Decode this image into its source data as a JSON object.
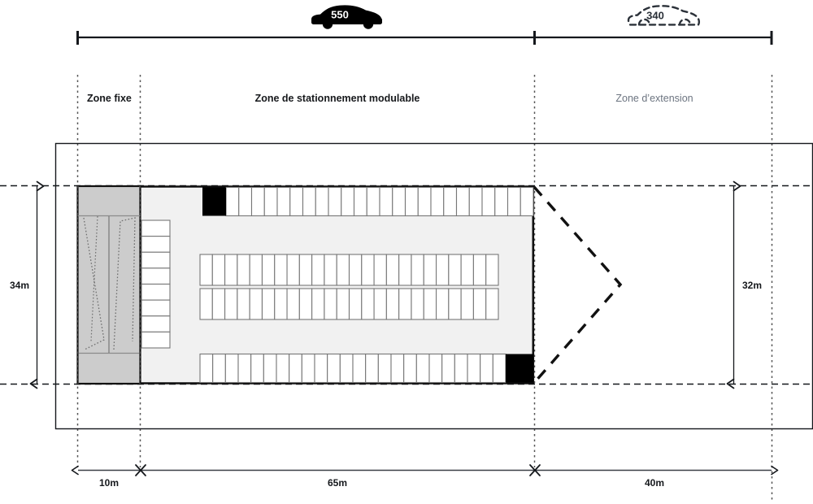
{
  "figure": {
    "type": "architectural-plan",
    "title_visible": false,
    "units": "m"
  },
  "capacity": {
    "current": {
      "value": "550",
      "icon": "car-filled-icon",
      "style": "solid"
    },
    "extension": {
      "value": "340",
      "icon": "car-outline-icon",
      "style": "dashed"
    },
    "scale_bar": {
      "segments": [
        {
          "name": "current-extent"
        },
        {
          "name": "extension-extent"
        }
      ]
    }
  },
  "zones": [
    {
      "id": "zone-fixe",
      "label": "Zone fixe",
      "emphasis": "bold",
      "color": "#17191c"
    },
    {
      "id": "zone-modulable",
      "label": "Zone de stationnement modulable",
      "emphasis": "bold",
      "color": "#17191c"
    },
    {
      "id": "zone-extension",
      "label": "Zone d’extension",
      "emphasis": "normal",
      "color": "#6c7480"
    }
  ],
  "dimensions": {
    "horizontal": [
      {
        "id": "dim-10m",
        "label": "10m",
        "zone": "zone-fixe"
      },
      {
        "id": "dim-65m",
        "label": "65m",
        "zone": "zone-modulable"
      },
      {
        "id": "dim-40m",
        "label": "40m",
        "zone": "zone-extension"
      }
    ],
    "vertical": [
      {
        "id": "dim-34m",
        "label": "34m",
        "side": "left"
      },
      {
        "id": "dim-32m",
        "label": "32m",
        "side": "right"
      }
    ]
  },
  "parking": {
    "rows": [
      {
        "id": "row-top",
        "bays": 24,
        "core": "left-black-core"
      },
      {
        "id": "row-middle-upper",
        "bays": 24,
        "core": null
      },
      {
        "id": "row-middle-lower",
        "bays": 24,
        "core": null
      },
      {
        "id": "row-bottom",
        "bays": 24,
        "core": "right-black-core"
      }
    ],
    "fixed_bank": {
      "id": "fixed-bay-column",
      "bays": 8
    },
    "ramp": {
      "id": "ramp-block",
      "shape": "zigzag-dotted"
    },
    "extension_marker": {
      "id": "extension-chevron",
      "shape": "dashed-chevron-right"
    }
  },
  "palette": {
    "ink": "#15181c",
    "grayFill": "#cccccc",
    "deckFill": "#f1f1f1",
    "core": "#000000",
    "bayStroke": "#777777",
    "muted": "#6c7480",
    "dotted": "#555555"
  }
}
